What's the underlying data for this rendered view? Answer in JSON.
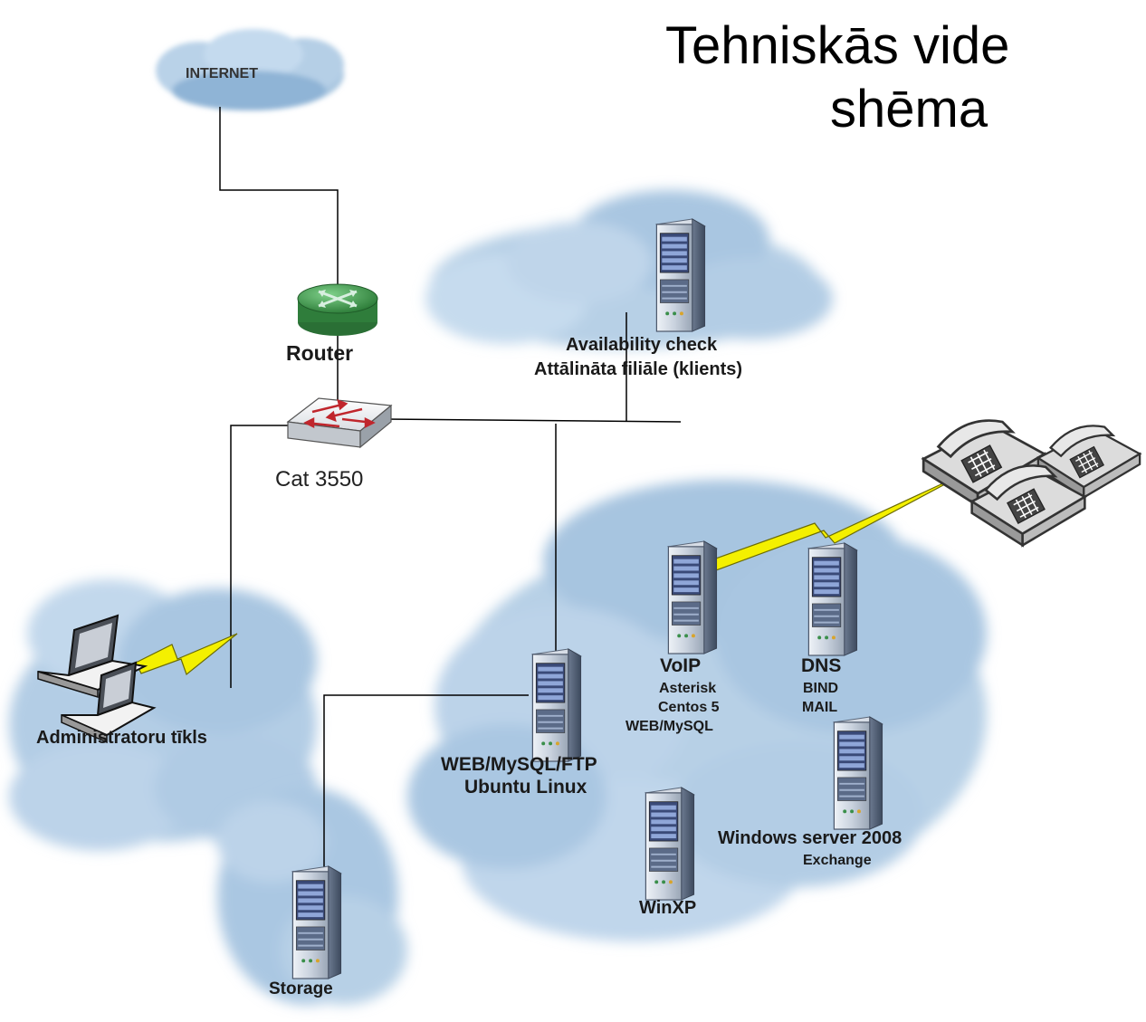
{
  "title": {
    "line1": "Tehniskās vide",
    "line2": "shēma"
  },
  "nodes": {
    "internet": {
      "label": "INTERNET",
      "icon": "cloud-icon"
    },
    "router": {
      "label": "Router",
      "icon": "router-icon"
    },
    "switch": {
      "label": "Cat 3550",
      "icon": "switch-icon"
    },
    "availability": {
      "line1": "Availability check",
      "line2": "Attālināta filiāle (klients)",
      "icon": "server-icon"
    },
    "admin": {
      "label": "Administratoru tīkls",
      "icon": "laptop-icon"
    },
    "web": {
      "line1": "WEB/MySQL/FTP",
      "line2": "Ubuntu Linux",
      "icon": "server-icon"
    },
    "voip": {
      "line1": "VoIP",
      "line2": "Asterisk",
      "line3": "Centos 5",
      "line4": "WEB/MySQL",
      "icon": "server-icon"
    },
    "dns": {
      "line1": "DNS",
      "line2": "BIND",
      "line3": "MAIL",
      "icon": "server-icon"
    },
    "windows": {
      "line1": "Windows server 2008",
      "line2": "Exchange",
      "icon": "server-icon"
    },
    "winxp": {
      "label": "WinXP",
      "icon": "server-icon"
    },
    "storage": {
      "label": "Storage",
      "icon": "server-icon"
    },
    "phones": {
      "icon": "telephone-icon"
    }
  },
  "colors": {
    "cloud": "#9cbfdc",
    "router": "#3e9a4c",
    "bolt": "#f4f000",
    "line": "#000000"
  }
}
